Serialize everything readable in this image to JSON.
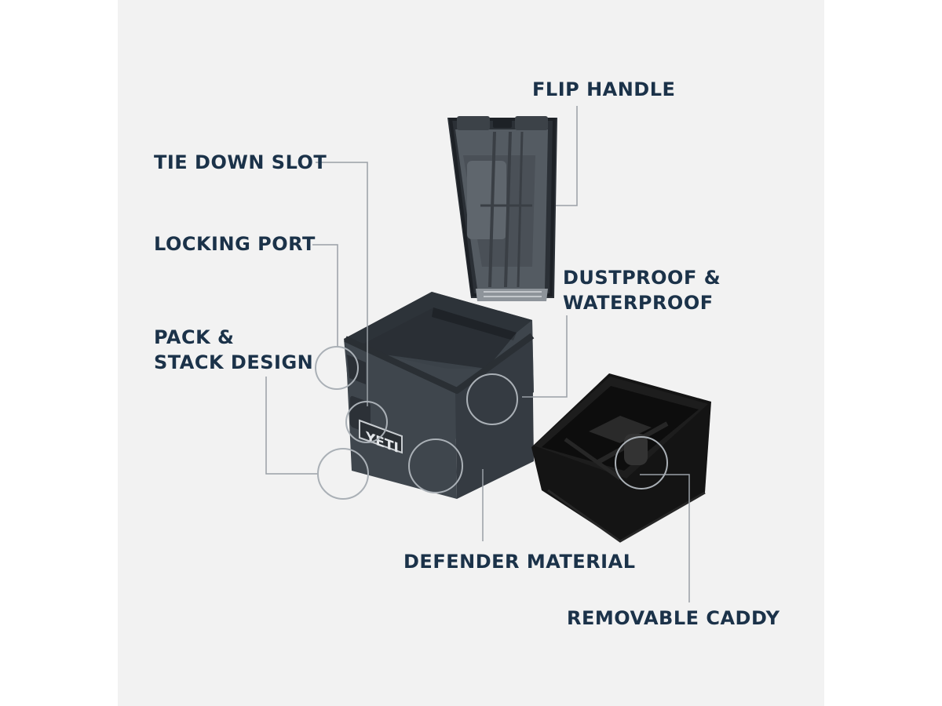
{
  "colors": {
    "background": "#f2f2f2",
    "label": "#1b3249",
    "leader": "#9aa0a6",
    "cooler_body": "#3b4249",
    "cooler_dark": "#23272c",
    "caddy": "#141414"
  },
  "logo": {
    "text": "YETI"
  },
  "callouts": {
    "flip_handle": "FLIP HANDLE",
    "tie_down_slot": "TIE DOWN SLOT",
    "locking_port": "LOCKING PORT",
    "dustproof": {
      "line1": "DUSTPROOF &",
      "line2": "WATERPROOF"
    },
    "pack_stack": {
      "line1": "PACK &",
      "line2": "STACK DESIGN"
    },
    "defender_material": "DEFENDER MATERIAL",
    "removable_caddy": "REMOVABLE CADDY"
  }
}
